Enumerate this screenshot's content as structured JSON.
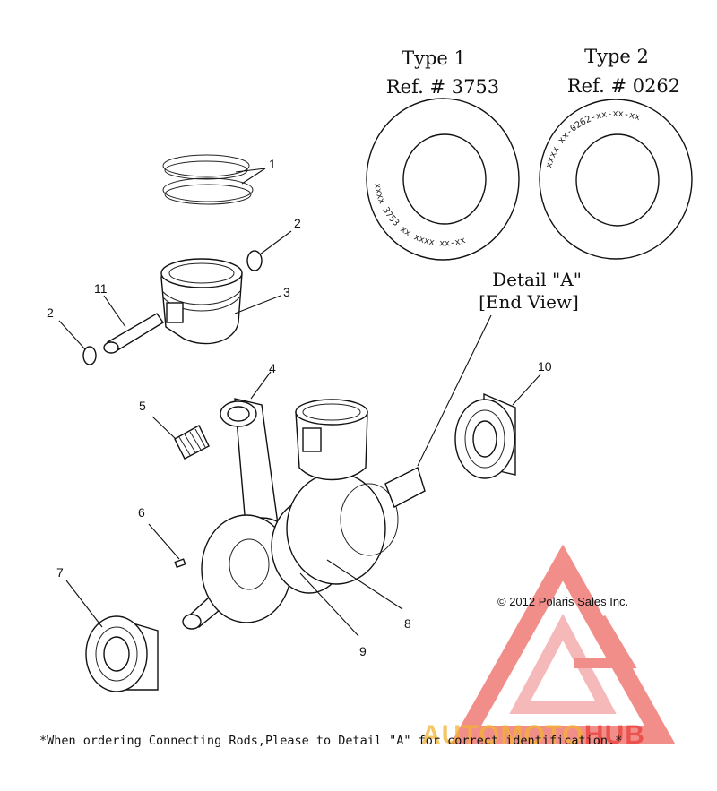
{
  "type1": {
    "title": "Type 1",
    "ref": "Ref. # 3753",
    "ring_text": "xxxx 3753 xx xxxx xx-xx"
  },
  "type2": {
    "title": "Type 2",
    "ref": "Ref. # 0262",
    "ring_text": "xxxx xx-0262-xx-xx-xx"
  },
  "detail": {
    "line1": "Detail \"A\"",
    "line2": "[End View]"
  },
  "callouts": [
    "1",
    "2",
    "2",
    "3",
    "4",
    "5",
    "6",
    "7",
    "8",
    "9",
    "10",
    "11"
  ],
  "copyright": "© 2012 Polaris Sales Inc.",
  "footnote": "*When ordering Connecting Rods,Please to Detail \"A\" for correct identification.*",
  "watermark": {
    "part1": "AUTOMOTO",
    "part2": "HUB",
    "color_red": "#e8332c",
    "color_orange": "#f2b233"
  }
}
